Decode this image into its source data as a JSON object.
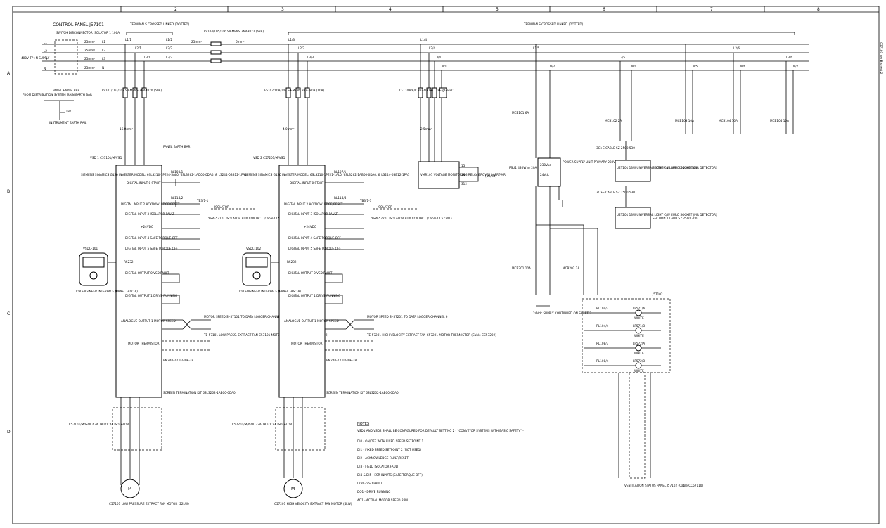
{
  "grid": {
    "columns": [
      "2",
      "3",
      "4",
      "5",
      "6",
      "7",
      "8"
    ],
    "rows": [
      "A",
      "B",
      "C",
      "D"
    ]
  },
  "panel": {
    "title": "CONTROL PANEL J57101",
    "supply": "400V TP+N SUPPLY",
    "isolator": "SWITCH DISCONNECTOR ISOLATOR 1 100A",
    "distribution": "FROM DISTRIBUTION SYSTEM MAIN EARTH BAR",
    "panel_earth": "PANEL EARTH BAR",
    "instrument_earth": "INSTRUMENT EARTH RAIL",
    "link": "LINK",
    "terminals_left": "TERMINALS CROSSED LINKED (DOTTED)",
    "terminals_right": "TERMINALS CROSSED LINKED (DOTTED)",
    "fuse_main": "FS104/105/106 SIEMENS 3NA3822 (63A)"
  },
  "phases": [
    "L1",
    "L2",
    "L3",
    "N"
  ],
  "bus_labels": [
    "L1/1",
    "L1/2",
    "L2/1",
    "L2/2",
    "L3/1",
    "L3/2",
    "L1/3",
    "L2/3",
    "L3/3",
    "L1/4",
    "L2/4",
    "L3/4",
    "N/1",
    "L1/5",
    "N/2",
    "L3/5",
    "N/4",
    "N/5",
    "L2/6",
    "N/6",
    "L3/6",
    "N/7"
  ],
  "cable": {
    "size25": "25mm²",
    "size6": "6mm²",
    "size16": "16.0mm²",
    "size4": "4.0mm²",
    "size25s": "2.5mm²"
  },
  "vsd1": {
    "fuse": "FS101/102/103 SIEMENS 3NA3820 (50A)",
    "title": "VSD 1 C57101/M/VSD",
    "model": "SIEMENS SINAMICS G120 INVERTER MODEL: 6SL3210-1PE24-5AL0, 6SL3262-1AD00-0DA0, & L3244-0BB12-1PA1",
    "earth": "PANEL EARTH BAR",
    "di0": "DIGITAL INPUT 0 START",
    "di2": "DIGITAL INPUT 2 ACKNOWLEDGE/RESET",
    "di3": "DIGITAL INPUT 3 ISOLATOR FAULT",
    "p24": "+24VDC",
    "di4": "DIGITAL INPUT 4 SAFE TORQUE OFF",
    "di5": "DIGITAL INPUT 5 SAFE TORQUE OFF",
    "rs232": "RS232",
    "do0": "DIGITAL OUTPUT 0 VSD FAULT",
    "do1": "DIGITAL OUTPUT 1 DRIVE RUNNING",
    "ao1": "ANALOGUE OUTPUT 1 MOTOR SPEED",
    "therm": "MOTOR THERMISTOR",
    "kit": "SCREEN TERMINATION KIT 6SL3262-1AB00-0DA0",
    "pm": "PM240-2 CU240E-2P",
    "out_iso": "C57101/M/ISOL 63A TP LOCAL ISOLATOR",
    "motor": "C57101 LOW PRESSURE EXTRACT FAN MOTOR (22kW)",
    "iop_tag": "VSDC-101",
    "iop": "IOP ENGINEER INTERFACE (PANEL FASCIA)",
    "relay_start": "RL103/1",
    "relay_ack": "RL114/2",
    "tb_iso": "TB3/1-1",
    "iso_note": "YSW-57101 ISOLATOR AUX CONTACT (Cable CC57101)",
    "isolator_label": "ISOLATOR",
    "speed_note": "MOTOR SPEED SI-57101 TO DATA LOGGER CHANNEL 5",
    "therm_note": "TE-57101 LOW PRESS. EXTRACT FAN C57101 MOTOR THERMISTOR (Cable CC57102)"
  },
  "vsd2": {
    "fuse": "FS107/108/109 SIEMENS 3NA3803 (10A)",
    "title": "VSD 2 C57201/M/VSD",
    "model": "SIEMENS SINAMICS G120 INVERTER MODEL: 6SL3210-1PE21-1AL0, 6SL3262-1AB00-0DA0, & L3244-0BB12-1PA1",
    "out_iso": "C57201/M/ISOL 32A TP LOCAL ISOLATOR",
    "motor": "C57201 HIGH VELOCITY EXTRACT FAN MOTOR (4kW)",
    "iop_tag": "VSDC-102",
    "relay_start": "RL107/1",
    "relay_ack": "RL114/4",
    "tb_iso": "TB3/1-7",
    "iso_note": "YSW-57201 ISOLATOR AUX CONTACT (Cable CC57201)",
    "speed_note": "MOTOR SPEED SI-57201 TO DATA LOGGER CHANNEL 6",
    "therm_note": "TE-57201 HIGH VELOCITY EXTRACT FAN C57201 MOTOR THERMISTOR (Cable CC57202)"
  },
  "vmr": {
    "fuse": "CF110A/B/C 3P+N (1A) TYPE gG HRC",
    "title": "VMR101 VOLTAGE MONITORING RELAY BROYCE LAPRT-MR",
    "terminals": [
      "15",
      "16",
      "312"
    ],
    "ref": "(D2/B3)"
  },
  "psu": {
    "mcb": "MCB101 6A",
    "name": "PSU1 480W @ 20A",
    "title": "POWER SUPPLY UNIT PRIMARY 230Vac SECONDARY 24Vdc",
    "v_in": "230Vac",
    "v_out": "24Vdc",
    "mcb201": "MCB201 10A",
    "mcb202": "MCB202 2A",
    "cont": "24Vdc SUPPLY CONTINUED ON SHEET 3"
  },
  "lamps": {
    "mcb102": "MCB102 2A",
    "mcb103": "MCB103 10A",
    "mcb104": "MCB104 10A",
    "mcb105": "MCB105 10A",
    "cable": "3C+E CABLE SZ 2500.530",
    "lamp1": "U2T101 13W UNIVERSAL LIGHT C/W EURO SOCKET (PIR DETECTOR)",
    "lamp1_sec": "SECTION 1 LAMP SZ 2500.300",
    "lamp2": "U2T201 13W UNIVERSAL LIGHT C/W EURO SOCKET (PIR DETECTOR)",
    "lamp2_sec": "SECTION 2 LAMP SZ 2500.300"
  },
  "ventilation": {
    "title": "VENTILATION STATUS PANEL J57102 (Cable CC57110)",
    "panel": "J57102",
    "lamps": [
      "LP571/A",
      "LP571/B",
      "LP572/A",
      "LP572/B"
    ],
    "colour": "WHITE",
    "relays": [
      "RL104/3",
      "RL104/4",
      "RL108/3",
      "RL108/4"
    ]
  },
  "notes": {
    "heading": "NOTES",
    "intro": "VSD1 AND VSD2 SHALL BE CONFIGURED FOR DEFAULT SETTING 2 - \"CONVEYOR SYSTEMS WITH BASIC SAFETY\":-",
    "items": [
      "DI0 - ON/OFF WITH FIXED SPEED SETPOINT 1",
      "DI1 - FIXED SPEED SETPOINT 2 (NOT USED)",
      "DI2 - ACKNOWLEDGE FAULT/RESET",
      "DI3 - FIELD ISOLATOR FAULT",
      "DI4 & DI5 - ESR INPUTS (SAFE TORQUE OFF)",
      "DO0 - VSD FAULT",
      "DO1 - DRIVE RUNNING",
      "AO1 - ACTUAL MOTOR SPEED RPM"
    ]
  },
  "margin_text": "C57101 rev B sheet 2"
}
